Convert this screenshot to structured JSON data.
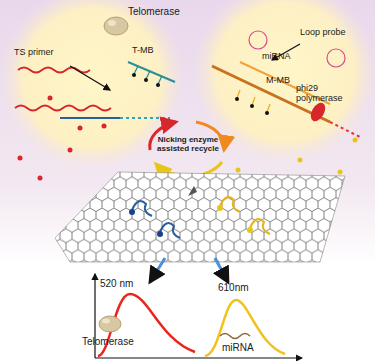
{
  "diagram": {
    "labels": [
      "Telomerase",
      "TS primer",
      "T-MB",
      "Loop probe",
      "miRNA",
      "M-MB",
      "phi29 polymerase",
      "Nicking enzyme assisted recycle",
      "520 nm",
      "610nm",
      "Telomerase",
      "miRNA"
    ]
  }
}
